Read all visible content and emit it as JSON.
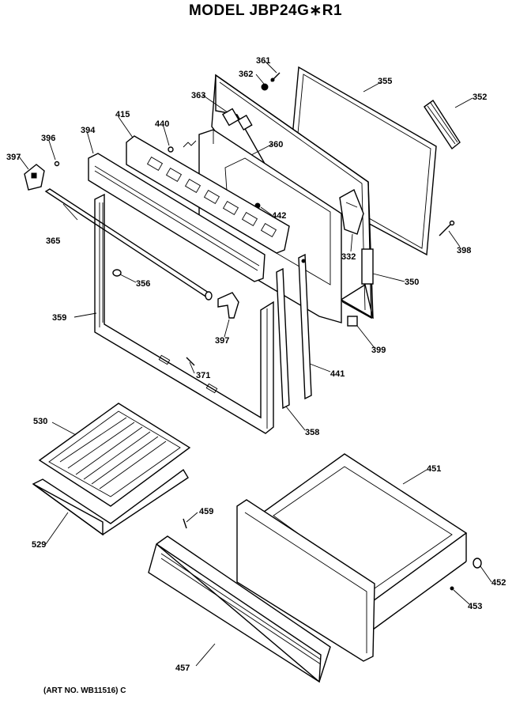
{
  "title": "MODEL JBP24G∗R1",
  "footer": "(ART NO. WB11516) C",
  "parts": [
    {
      "id": "p361",
      "label": "361"
    },
    {
      "id": "p362",
      "label": "362"
    },
    {
      "id": "p355",
      "label": "355"
    },
    {
      "id": "p352",
      "label": "352"
    },
    {
      "id": "p363",
      "label": "363"
    },
    {
      "id": "p415",
      "label": "415"
    },
    {
      "id": "p440",
      "label": "440"
    },
    {
      "id": "p394",
      "label": "394"
    },
    {
      "id": "p396",
      "label": "396"
    },
    {
      "id": "p360",
      "label": "360"
    },
    {
      "id": "p397a",
      "label": "397"
    },
    {
      "id": "p442",
      "label": "442"
    },
    {
      "id": "p365",
      "label": "365"
    },
    {
      "id": "p332",
      "label": "332"
    },
    {
      "id": "p398",
      "label": "398"
    },
    {
      "id": "p356",
      "label": "356"
    },
    {
      "id": "p350",
      "label": "350"
    },
    {
      "id": "p359",
      "label": "359"
    },
    {
      "id": "p397b",
      "label": "397"
    },
    {
      "id": "p399",
      "label": "399"
    },
    {
      "id": "p371",
      "label": "371"
    },
    {
      "id": "p441",
      "label": "441"
    },
    {
      "id": "p358",
      "label": "358"
    },
    {
      "id": "p530",
      "label": "530"
    },
    {
      "id": "p451",
      "label": "451"
    },
    {
      "id": "p459",
      "label": "459"
    },
    {
      "id": "p529",
      "label": "529"
    },
    {
      "id": "p452",
      "label": "452"
    },
    {
      "id": "p453",
      "label": "453"
    },
    {
      "id": "p457",
      "label": "457"
    }
  ]
}
